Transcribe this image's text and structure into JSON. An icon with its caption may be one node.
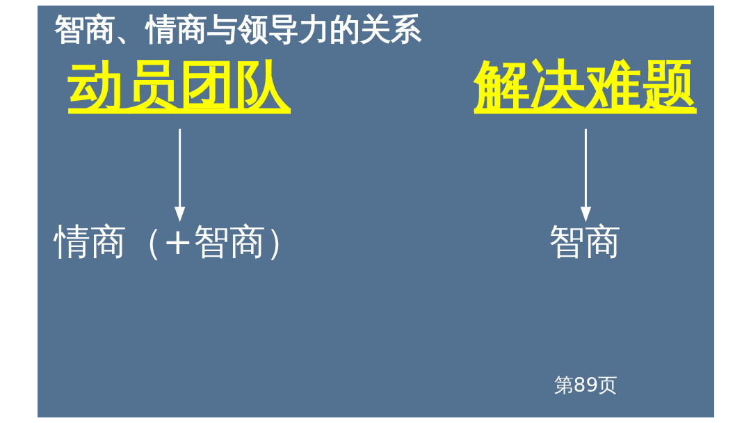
{
  "diagram": {
    "title": "智商、情商与领导力的关系",
    "nodes": [
      {
        "text": [
          "动员团队"
        ]
      },
      {
        "text": [
          "情商（+智商）"
        ]
      },
      {
        "text": [
          "解决难题"
        ]
      },
      {
        "text": [
          "智商"
        ]
      }
    ],
    "edges": [
      {
        "from": 0,
        "to": 1,
        "arrow": "to"
      },
      {
        "from": 2,
        "to": 3,
        "arrow": "to"
      }
    ],
    "labels": [
      "第89页"
    ]
  }
}
